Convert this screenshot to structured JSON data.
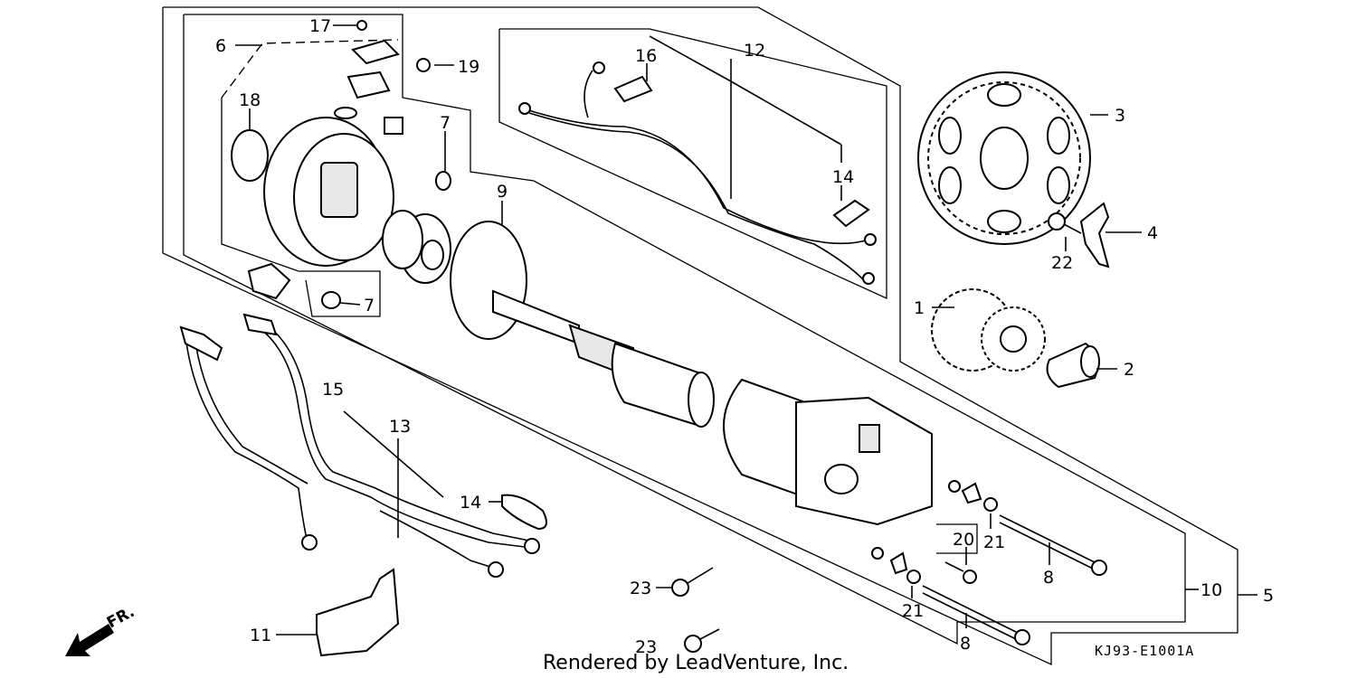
{
  "callouts": {
    "c1": "1",
    "c2": "2",
    "c3": "3",
    "c4": "4",
    "c5": "5",
    "c6": "6",
    "c7a": "7",
    "c7b": "7",
    "c8a": "8",
    "c8b": "8",
    "c9": "9",
    "c10": "10",
    "c11": "11",
    "c12": "12",
    "c13": "13",
    "c14a": "14",
    "c14b": "14",
    "c15": "15",
    "c16": "16",
    "c17": "17",
    "c18": "18",
    "c19": "19",
    "c20": "20",
    "c21a": "21",
    "c21b": "21",
    "c22": "22",
    "c23a": "23",
    "c23b": "23"
  },
  "footer": {
    "credit": "Rendered by LeadVenture, Inc.",
    "diagram_code": "KJ93-E1001A",
    "front_label": "FR."
  },
  "colors": {
    "ink": "#000000",
    "paper": "#ffffff"
  },
  "icons": {
    "front_arrow": "arrow-down-left-icon"
  }
}
